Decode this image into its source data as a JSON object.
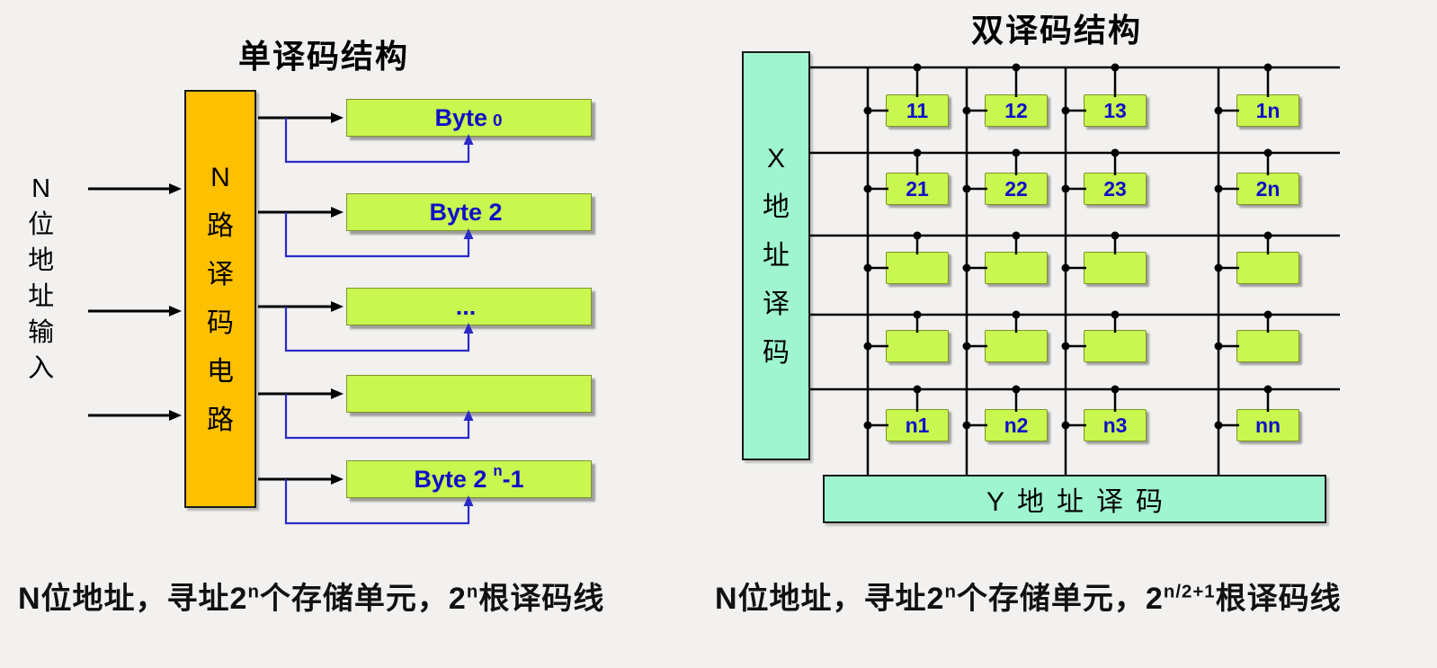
{
  "colors": {
    "bg": "#f2f1ef",
    "decoder-orange": "#ffc000",
    "cell-green": "#c9f64f",
    "decoder-cyan": "#9ef5d0",
    "label-blue": "#0f0fc8",
    "wire-black": "#000000",
    "wire-blue": "#2a2ac8"
  },
  "left": {
    "title": "单译码结构",
    "input_label": "N位地址输入",
    "decoder_label": "N路译码电路",
    "byte_rows": [
      {
        "pre": "Byte",
        "sub": "0",
        "sup": "",
        "post": ""
      },
      {
        "pre": "Byte 2",
        "sub": "",
        "sup": "",
        "post": ""
      },
      {
        "pre": "...",
        "sub": "",
        "sup": "",
        "post": ""
      },
      {
        "pre": "",
        "sub": "",
        "sup": "",
        "post": ""
      },
      {
        "pre": "Byte 2",
        "sub": "",
        "sup": "n",
        "post": "-1"
      }
    ],
    "caption": {
      "p1": "N位地址，寻址2",
      "s1": "n",
      "p2": "个存储单元，2",
      "s2": "n",
      "p3": "根译码线"
    }
  },
  "right": {
    "title": "双译码结构",
    "x_decoder_label": "X地址译码",
    "y_decoder_label": "Y地址译码",
    "cell_labels": [
      [
        "11",
        "12",
        "13",
        "1n"
      ],
      [
        "21",
        "22",
        "23",
        "2n"
      ],
      [
        "",
        "",
        "",
        ""
      ],
      [
        "",
        "",
        "",
        ""
      ],
      [
        "n1",
        "n2",
        "n3",
        "nn"
      ]
    ],
    "caption": {
      "p1": "N位地址，寻址2",
      "s1": "n",
      "p2": "个存储单元，2",
      "s2": "n/2+1",
      "p3": "根译码线"
    }
  }
}
